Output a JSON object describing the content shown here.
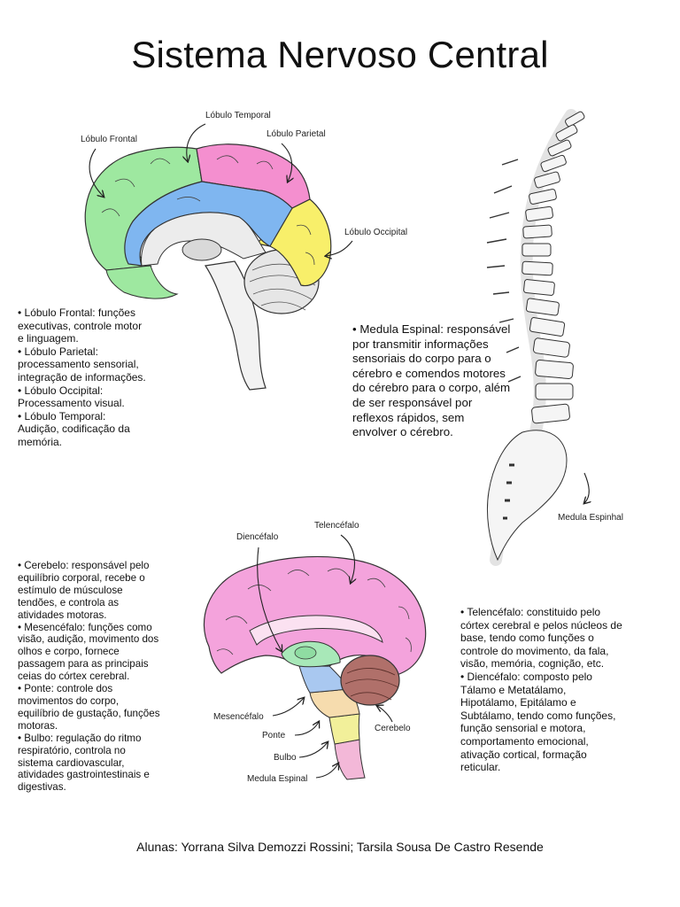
{
  "title": "Sistema Nervoso Central",
  "brain_top": {
    "labels": {
      "frontal": "Lóbulo Frontal",
      "temporal": "Lóbulo Temporal",
      "parietal": "Lóbulo Parietal",
      "occipital": "Lóbulo Occipital"
    },
    "colors": {
      "frontal": "#9ee8a0",
      "temporal": "#7fb6f0",
      "parietal": "#f48fcf",
      "occipital": "#f8ef6a"
    },
    "description": [
      "• Lóbulo Frontal: funções",
      "executivas, controle motor",
      "e linguagem.",
      "• Lóbulo Parietal:",
      "processamento sensorial,",
      "integração de informações.",
      "• Lóbulo Occipital:",
      "Processamento visual.",
      "• Lóbulo Temporal:",
      "Audição, codificação da",
      "memória."
    ]
  },
  "spine": {
    "label": "Medula Espinhal",
    "description": "• Medula Espinal: responsável por transmitir informações sensoriais do corpo para o cérebro e comendos motores do cérebro para o corpo, além de ser responsável por reflexos rápidos, sem envolver o cérebro."
  },
  "brain_bottom": {
    "labels": {
      "diencefalo": "Diencéfalo",
      "telencefalo": "Telencéfalo",
      "mesencefalo": "Mesencéfalo",
      "ponte": "Ponte",
      "bulbo": "Bulbo",
      "medula": "Medula Espinal",
      "cerebelo": "Cerebelo"
    },
    "colors": {
      "telencefalo": "#f4a3dc",
      "diencefalo": "#a8e8b8",
      "mesencefalo": "#a9c8f0",
      "ponte": "#f6dcae",
      "bulbo": "#f2f09a",
      "medula": "#f3b8d8",
      "cerebelo": "#b0706a"
    },
    "left_description": [
      "• Cerebelo: responsável pelo",
      "equilíbrio corporal, recebe o",
      "estímulo de músculose",
      "tendões, e controla as",
      "atividades motoras.",
      "• Mesencéfalo: funções como",
      "visão, audição, movimento dos",
      "olhos e corpo, fornece",
      "passagem para as principais",
      "ceias do córtex cerebral.",
      "• Ponte: controle dos",
      "movimentos do corpo,",
      "equilíbrio de gustação, funções",
      "motoras.",
      "• Bulbo: regulação do ritmo",
      "respiratório, controla no",
      "sistema cardiovascular,",
      "atividades gastrointestinais e",
      "digestivas."
    ],
    "right_description": [
      "• Telencéfalo: constituido pelo",
      "córtex cerebral e pelos núcleos de",
      "base, tendo como funções o",
      "controle do movimento, da fala,",
      "visão, memória, cognição, etc.",
      "• Diencéfalo: composto pelo",
      "Tálamo e Metatálamo,",
      "Hipotálamo, Epitálamo e",
      "Subtálamo, tendo como funções,",
      "função sensorial e motora,",
      "comportamento emocional,",
      "ativação cortical, formação",
      "reticular."
    ]
  },
  "footer": "Alunas: Yorrana Silva Demozzi Rossini; Tarsila Sousa De Castro Resende"
}
